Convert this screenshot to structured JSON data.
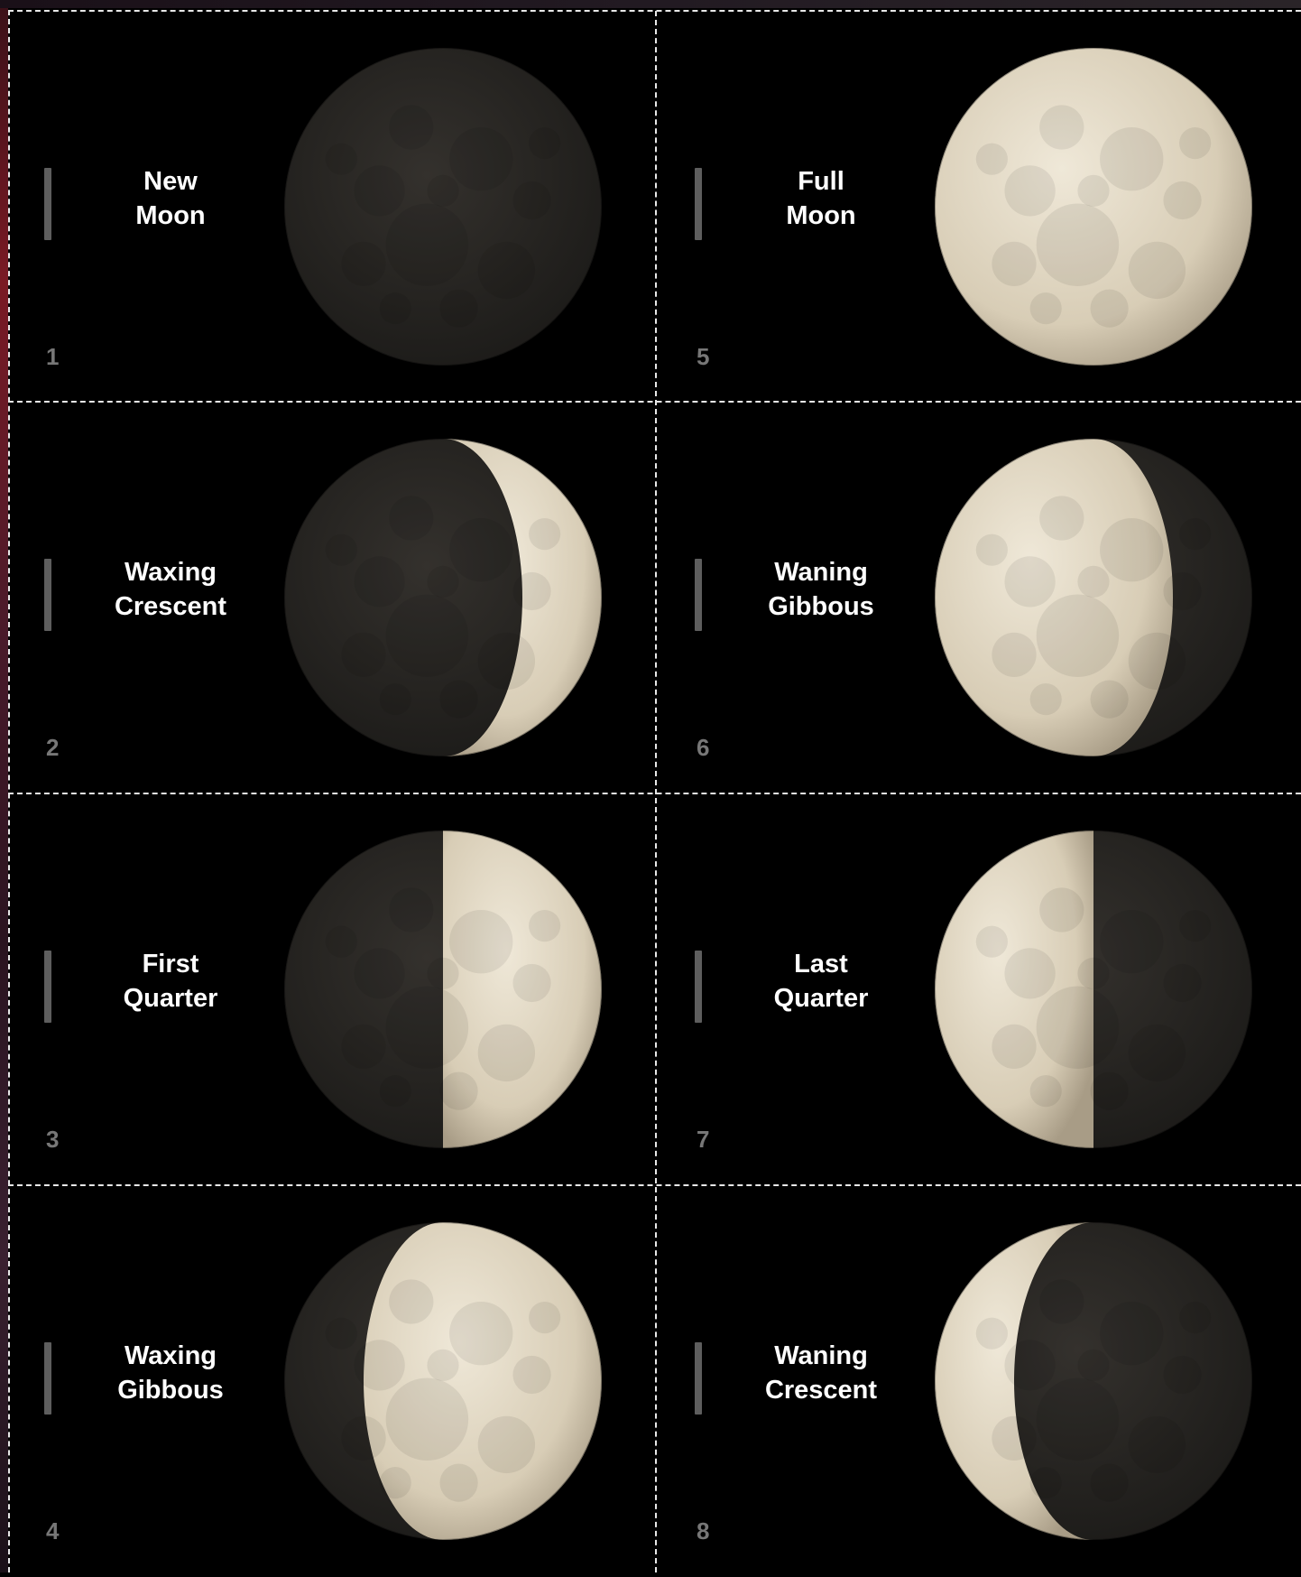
{
  "phases": [
    {
      "number": "1",
      "line1": "New",
      "line2": "Moon",
      "illumination": 0.0,
      "lit_side": "none"
    },
    {
      "number": "2",
      "line1": "Waxing",
      "line2": "Crescent",
      "illumination": 0.25,
      "lit_side": "right"
    },
    {
      "number": "3",
      "line1": "First",
      "line2": "Quarter",
      "illumination": 0.5,
      "lit_side": "right"
    },
    {
      "number": "4",
      "line1": "Waxing",
      "line2": "Gibbous",
      "illumination": 0.75,
      "lit_side": "right"
    },
    {
      "number": "5",
      "line1": "Full",
      "line2": "Moon",
      "illumination": 1.0,
      "lit_side": "both"
    },
    {
      "number": "6",
      "line1": "Waning",
      "line2": "Gibbous",
      "illumination": 0.75,
      "lit_side": "left"
    },
    {
      "number": "7",
      "line1": "Last",
      "line2": "Quarter",
      "illumination": 0.5,
      "lit_side": "left"
    },
    {
      "number": "8",
      "line1": "Waning",
      "line2": "Crescent",
      "illumination": 0.25,
      "lit_side": "left"
    }
  ],
  "colors": {
    "background": "#000000",
    "moon_lit": "#d8cdb6",
    "moon_dark": "#262422",
    "label_text": "#ffffff",
    "number_text": "#777777",
    "bar": "#5e5e5e",
    "divider": "#e8e8e8"
  }
}
